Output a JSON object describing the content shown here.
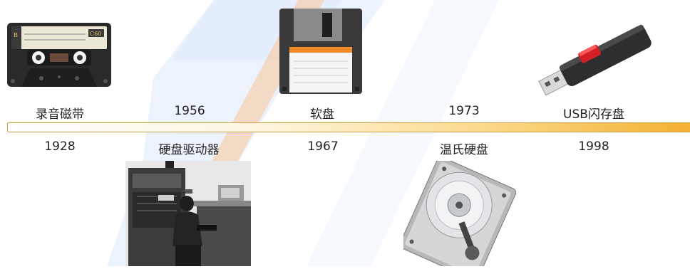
{
  "timeline": {
    "top": [
      {
        "key": "cassette",
        "text": "录音磁带"
      },
      {
        "key": "y1956",
        "text": "1956"
      },
      {
        "key": "floppy",
        "text": "软盘"
      },
      {
        "key": "y1973",
        "text": "1973"
      },
      {
        "key": "usb",
        "text": "USB闪存盘"
      }
    ],
    "bottom": [
      {
        "key": "y1928",
        "text": "1928"
      },
      {
        "key": "hdd",
        "text": "硬盘驱动器"
      },
      {
        "key": "y1967",
        "text": "1967"
      },
      {
        "key": "winchester",
        "text": "温氏硬盘"
      },
      {
        "key": "y1998",
        "text": "1998"
      }
    ]
  },
  "images": {
    "cassette": {
      "icon": "cassette-tape-icon",
      "label_text": "C60"
    },
    "floppy": {
      "icon": "floppy-disk-icon"
    },
    "usb": {
      "icon": "usb-flash-drive-icon"
    },
    "hdd_photo": {
      "icon": "hard-disk-drive-machine-photo"
    },
    "winchester": {
      "icon": "winchester-hard-disk-icon"
    }
  },
  "colors": {
    "bar_end": "#f3b132",
    "watermark_blue": "#7fa6e8",
    "watermark_orange": "#f2a35a"
  }
}
